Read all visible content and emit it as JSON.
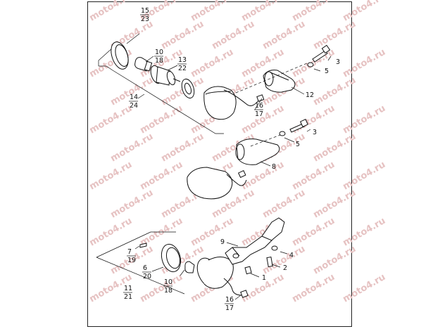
{
  "watermark": {
    "text": "moto4.ru",
    "color": "#e6c2c2"
  },
  "callouts": {
    "c15_23": [
      "15",
      "23"
    ],
    "c10_18_top": [
      "10",
      "18"
    ],
    "c13_22": [
      "13",
      "22"
    ],
    "c14_24": [
      "14",
      "24"
    ],
    "c16_17_top": [
      "16",
      "17"
    ],
    "c3_top": [
      "3"
    ],
    "c5_top": [
      "5"
    ],
    "c12": [
      "12"
    ],
    "c3_mid": [
      "3"
    ],
    "c5_mid": [
      "5"
    ],
    "c8": [
      "8"
    ],
    "c9": [
      "9"
    ],
    "c4": [
      "4"
    ],
    "c2": [
      "2"
    ],
    "c1": [
      "1"
    ],
    "c7_19": [
      "7",
      "19"
    ],
    "c6_20": [
      "6",
      "20"
    ],
    "c10_18_bot": [
      "10",
      "18"
    ],
    "c11_21": [
      "11",
      "21"
    ],
    "c16_17_bot": [
      "16",
      "17"
    ]
  }
}
